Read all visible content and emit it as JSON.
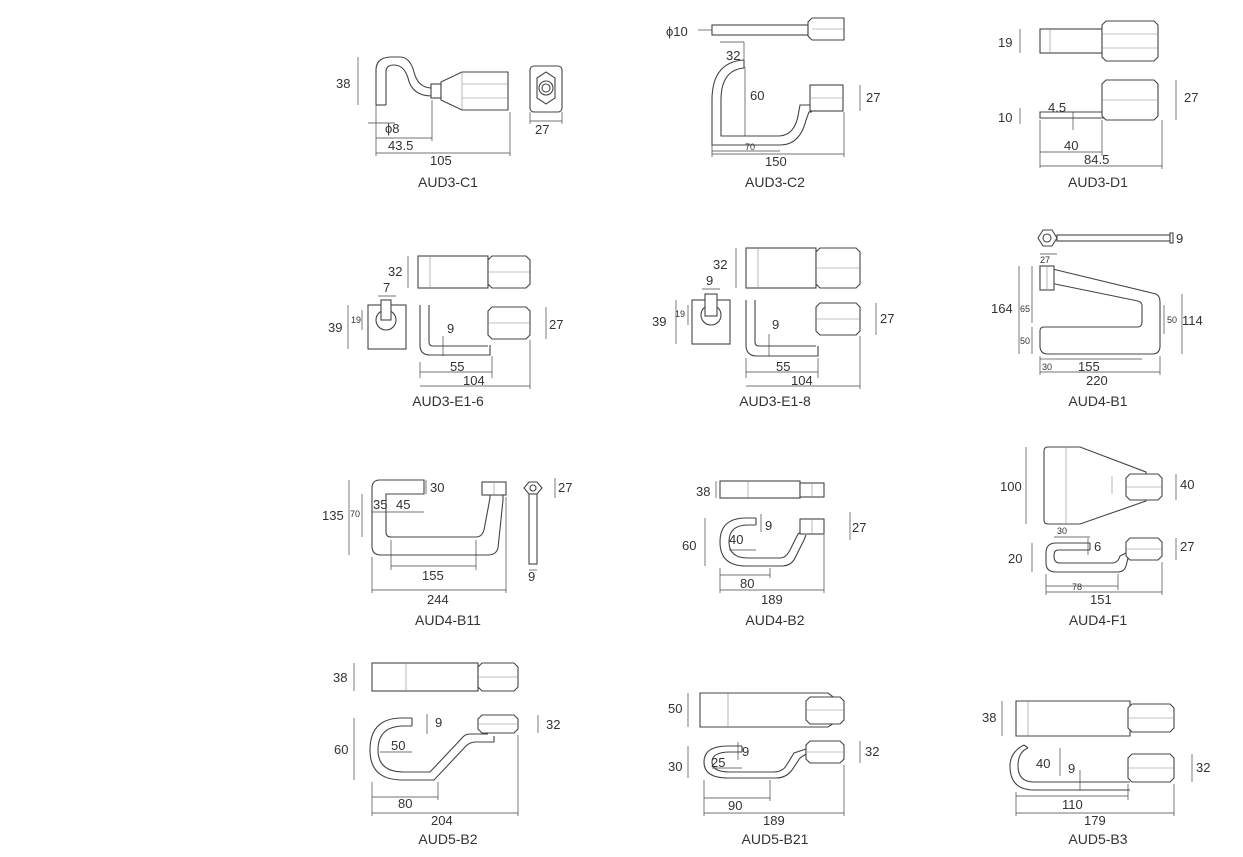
{
  "parts": [
    {
      "id": "c1",
      "label": "AUD3-C1",
      "dims": [
        "38",
        "ϕ8",
        "43.5",
        "105",
        "27"
      ]
    },
    {
      "id": "c2",
      "label": "AUD3-C2",
      "dims": [
        "ϕ10",
        "32",
        "60",
        "27",
        "70",
        "150"
      ]
    },
    {
      "id": "d1",
      "label": "AUD3-D1",
      "dims": [
        "19",
        "27",
        "10",
        "4.5",
        "40",
        "84.5"
      ]
    },
    {
      "id": "e16",
      "label": "AUD3-E1-6",
      "dims": [
        "32",
        "7",
        "39",
        "19",
        "9",
        "27",
        "55",
        "104"
      ]
    },
    {
      "id": "e18",
      "label": "AUD3-E1-8",
      "dims": [
        "32",
        "9",
        "39",
        "19",
        "9",
        "27",
        "55",
        "104"
      ]
    },
    {
      "id": "b1",
      "label": "AUD4-B1",
      "dims": [
        "9",
        "27",
        "164",
        "65",
        "50",
        "50",
        "114",
        "30",
        "155",
        "220"
      ]
    },
    {
      "id": "b11",
      "label": "AUD4-B11",
      "dims": [
        "30",
        "35",
        "45",
        "135",
        "70",
        "155",
        "244",
        "27",
        "9"
      ]
    },
    {
      "id": "b2",
      "label": "AUD4-B2",
      "dims": [
        "38",
        "9",
        "27",
        "60",
        "40",
        "80",
        "189"
      ]
    },
    {
      "id": "f1",
      "label": "AUD4-F1",
      "dims": [
        "100",
        "40",
        "30",
        "6",
        "27",
        "20",
        "78",
        "151"
      ]
    },
    {
      "id": "b2b",
      "label": "AUD5-B2",
      "dims": [
        "38",
        "9",
        "32",
        "60",
        "50",
        "80",
        "204"
      ]
    },
    {
      "id": "b21",
      "label": "AUD5-B21",
      "dims": [
        "50",
        "9",
        "32",
        "30",
        "25",
        "90",
        "189"
      ]
    },
    {
      "id": "b3",
      "label": "AUD5-B3",
      "dims": [
        "38",
        "40",
        "9",
        "32",
        "110",
        "179"
      ]
    }
  ]
}
